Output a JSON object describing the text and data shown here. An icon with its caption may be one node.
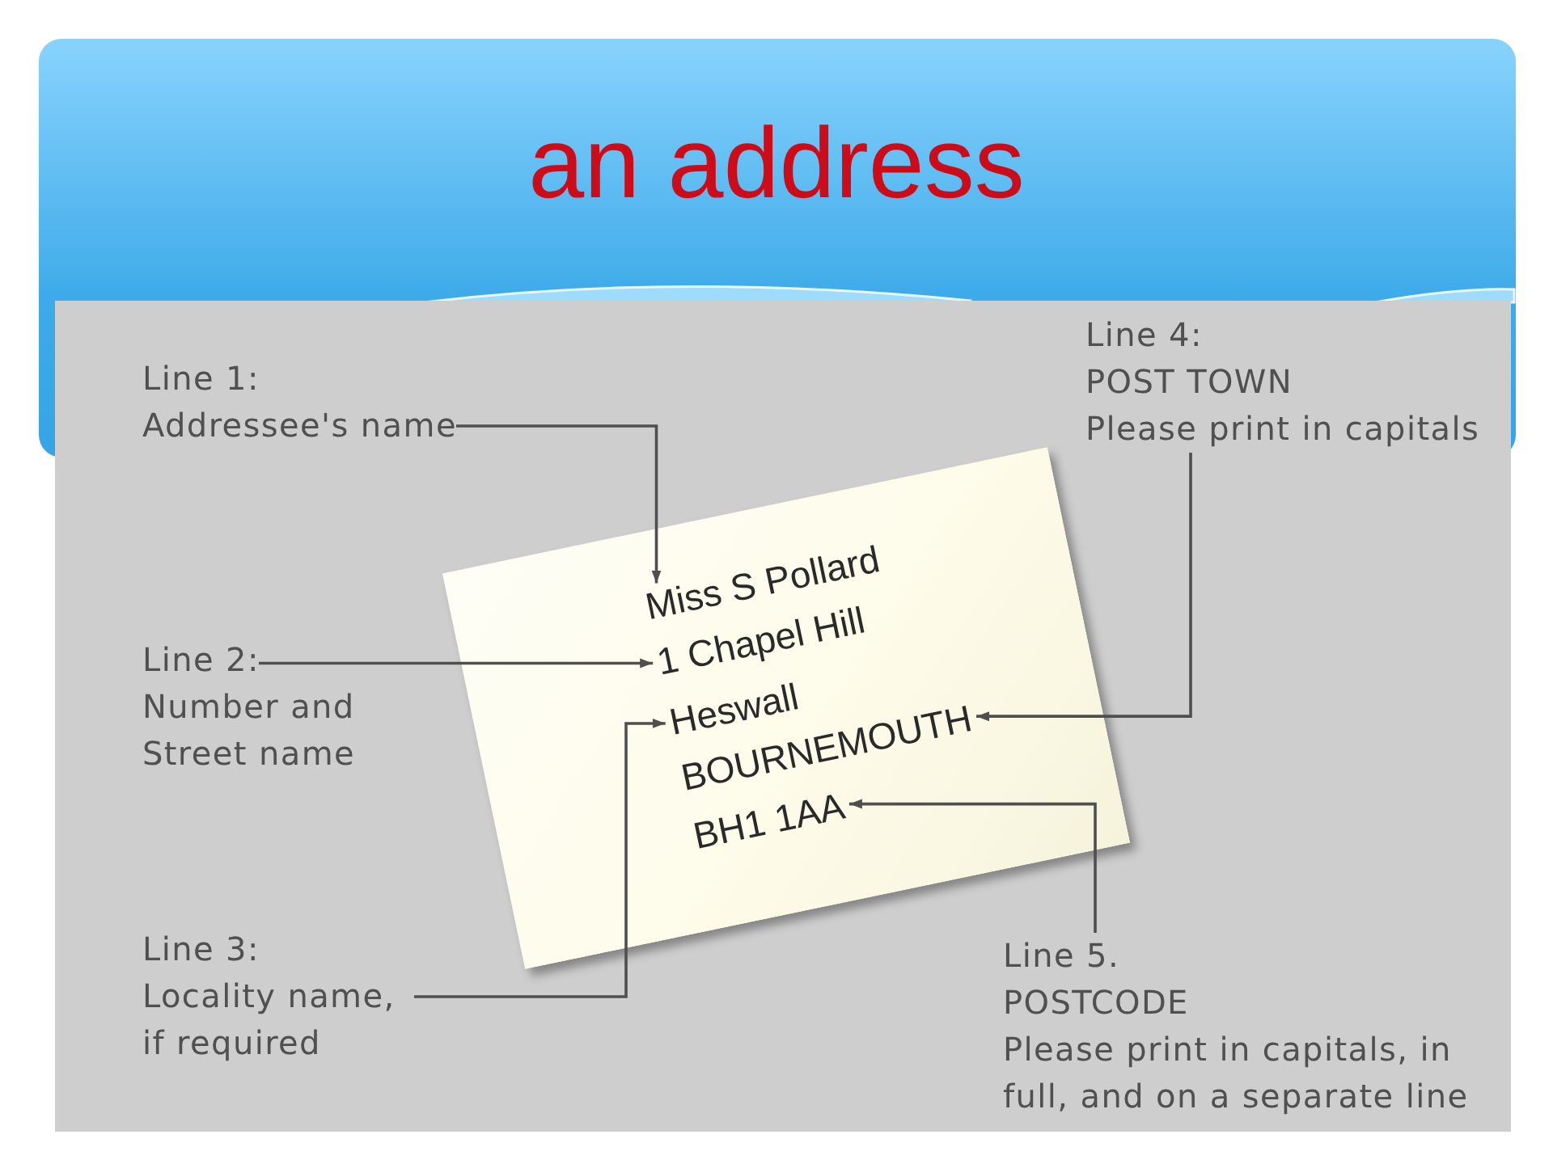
{
  "diagram": {
    "title": "an address",
    "nodes": [
      {
        "text": [
          "Line 1:",
          "Addressee's name"
        ]
      },
      {
        "text": [
          "Line 4:",
          "POST TOWN",
          "Please print in capitals"
        ]
      },
      {
        "text": [],
        "shape": "box"
      },
      {
        "text": [
          "Miss S Pollard"
        ],
        "in": 2
      },
      {
        "text": [
          "1 Chapel Hill"
        ],
        "in": 2
      },
      {
        "text": [
          "Heswall"
        ],
        "in": 2
      },
      {
        "text": [
          "BOURNEMOUTH"
        ],
        "in": 2
      },
      {
        "text": [
          "BH1 1AA"
        ],
        "in": 2
      },
      {
        "text": [
          "Line 2:",
          "Number and Street name"
        ]
      },
      {
        "text": [
          "Line 3:",
          "Locality name, if required"
        ]
      },
      {
        "text": [
          "Line 5.",
          "POSTCODE",
          "Please print in capitals, in full, and on a separate line"
        ]
      }
    ],
    "edges": [
      {
        "from": 0,
        "to": 3,
        "arrow": "to"
      },
      {
        "from": 8,
        "to": 4,
        "arrow": "to"
      },
      {
        "from": 9,
        "to": 5,
        "arrow": "to"
      },
      {
        "from": 1,
        "to": 6,
        "arrow": "to"
      },
      {
        "from": 10,
        "to": 7,
        "arrow": "to"
      }
    ]
  }
}
